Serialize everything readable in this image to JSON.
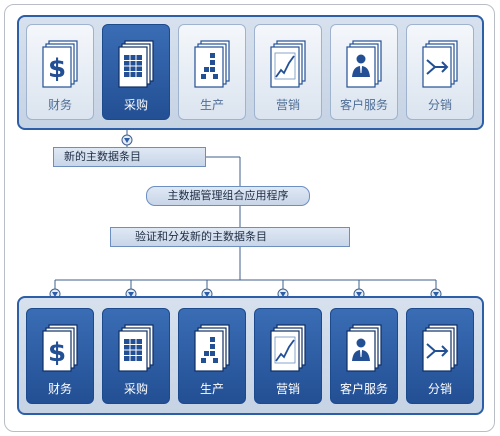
{
  "top_modules": [
    {
      "label": "财务",
      "icon": "dollar-icon"
    },
    {
      "label": "采购",
      "icon": "grid-icon"
    },
    {
      "label": "生产",
      "icon": "blocks-icon"
    },
    {
      "label": "营销",
      "icon": "chart-line-icon"
    },
    {
      "label": "客户服务",
      "icon": "person-icon"
    },
    {
      "label": "分销",
      "icon": "arrow-icon"
    }
  ],
  "bottom_modules": [
    {
      "label": "财务",
      "icon": "dollar-icon"
    },
    {
      "label": "采购",
      "icon": "grid-icon"
    },
    {
      "label": "生产",
      "icon": "blocks-icon"
    },
    {
      "label": "营销",
      "icon": "chart-line-icon"
    },
    {
      "label": "客户服务",
      "icon": "person-icon"
    },
    {
      "label": "分销",
      "icon": "arrow-icon"
    }
  ],
  "flow": {
    "new_entry": "新的主数据条目",
    "app": "主数据管理组合应用程序",
    "verify": "验证和分发新的主数据条目"
  },
  "colors": {
    "accent": "#2c5fa8",
    "dark_card": "#2b5aa0",
    "light_card": "#e8eef6",
    "connector": "#3f5f8c"
  }
}
